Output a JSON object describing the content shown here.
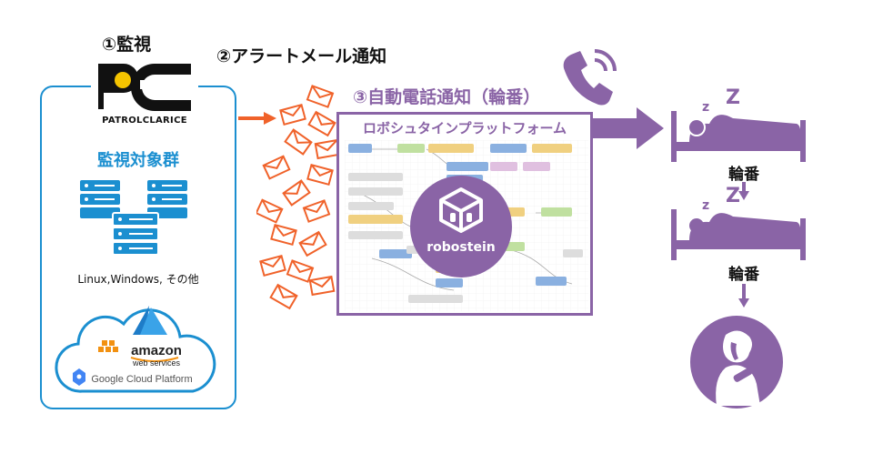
{
  "steps": {
    "step1": "①監視",
    "step2": "②アラートメール通知",
    "step3": "③自動電話通知（輪番）"
  },
  "monitor": {
    "logo_text": "PATROLCLARICE",
    "group_title": "監視対象群",
    "os_label": "Linux,Windows, その他",
    "cloud": {
      "aws_line1": "amazon",
      "aws_line2": "web services",
      "gcp": "Google Cloud Platform"
    }
  },
  "flow": {
    "title": "ロボシュタインプラットフォーム",
    "logo_text": "robostein"
  },
  "oncall": {
    "shift1": "輪番",
    "shift2": "輪番"
  },
  "colors": {
    "purple": "#8a64a6",
    "blue": "#1b8fd0",
    "orange": "#f0622a"
  }
}
